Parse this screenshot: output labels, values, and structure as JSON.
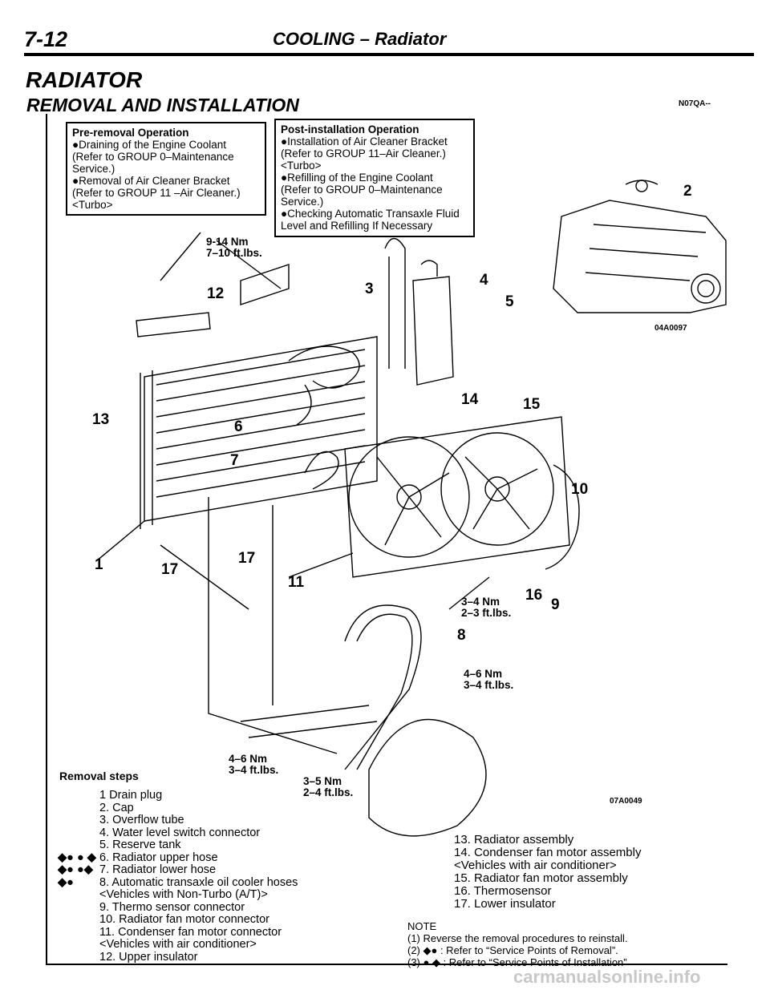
{
  "header": {
    "page": "7-12",
    "title": "COOLING – Radiator"
  },
  "section_title": "RADIATOR",
  "subsection_title": "REMOVAL AND INSTALLATION",
  "code": "N07QA--",
  "pre_removal": {
    "title": "Pre-removal Operation",
    "lines": [
      "●Draining of the Engine Coolant",
      "(Refer to GROUP 0–Maintenance",
      "Service.)",
      "●Removal of Air Cleaner Bracket",
      "(Refer to GROUP 11 –Air Cleaner.)",
      "<Turbo>"
    ]
  },
  "post_installation": {
    "title": "Post-installation Operation",
    "lines": [
      "●Installation of Air Cleaner Bracket",
      "(Refer to GROUP 11–Air Cleaner.)",
      "<Turbo>",
      "●Refilling of the Engine Coolant",
      "(Refer to GROUP 0–Maintenance",
      "Service.)",
      "●Checking Automatic Transaxle Fluid",
      "Level and Refilling If Necessary"
    ]
  },
  "figure": {
    "id_top": "04A0097",
    "id_bottom": "07A0049",
    "torques": {
      "t1": "9-14 Nm\n7–10 ft.lbs.",
      "t2": "3–4 Nm\n2–3 ft.lbs.",
      "t3": "4–6 Nm\n3–4 ft.lbs.",
      "t4": "4–6 Nm\n3–4 ft.lbs.",
      "t5": "3–5 Nm\n2–4 ft.lbs."
    },
    "callouts": [
      "2",
      "12",
      "3",
      "4",
      "5",
      "14",
      "15",
      "13",
      "6",
      "7",
      "10",
      "1",
      "17",
      "17",
      "11",
      "16",
      "9",
      "8"
    ]
  },
  "removal_steps": {
    "title": "Removal steps",
    "items": [
      {
        "mark": "",
        "text": "1 Drain plug"
      },
      {
        "mark": "",
        "text": "2. Cap"
      },
      {
        "mark": "",
        "text": "3. Overflow tube"
      },
      {
        "mark": "",
        "text": "4. Water level switch connector"
      },
      {
        "mark": "",
        "text": "5. Reserve tank"
      },
      {
        "mark": "◆● ● ◆",
        "text": "6. Radiator upper hose"
      },
      {
        "mark": "◆● ●◆",
        "text": "7. Radiator lower hose"
      },
      {
        "mark": "◆●",
        "text": "8. Automatic transaxle oil cooler hoses"
      },
      {
        "mark": "",
        "text": "<Vehicles with Non-Turbo (A/T)>"
      },
      {
        "mark": "",
        "text": "9. Thermo sensor connector"
      },
      {
        "mark": "",
        "text": "10. Radiator fan motor connector"
      },
      {
        "mark": "",
        "text": "11. Condenser fan motor connector"
      },
      {
        "mark": "",
        "text": "<Vehicles with air conditioner>"
      },
      {
        "mark": "",
        "text": "12. Upper insulator"
      }
    ],
    "right_items": [
      "13. Radiator assembly",
      "14. Condenser fan motor assembly",
      "<Vehicles with air conditioner>",
      "15. Radiator fan motor assembly",
      "16. Thermosensor",
      "17. Lower insulator"
    ]
  },
  "note": {
    "title": "NOTE",
    "lines": [
      "(1) Reverse the removal procedures to reinstall.",
      "(2) ◆● : Refer to “Service Points of Removal”.",
      "(3) ● ◆ : Refer to “Service Points of Installation”"
    ]
  },
  "watermark": "carmanualsonline.info"
}
